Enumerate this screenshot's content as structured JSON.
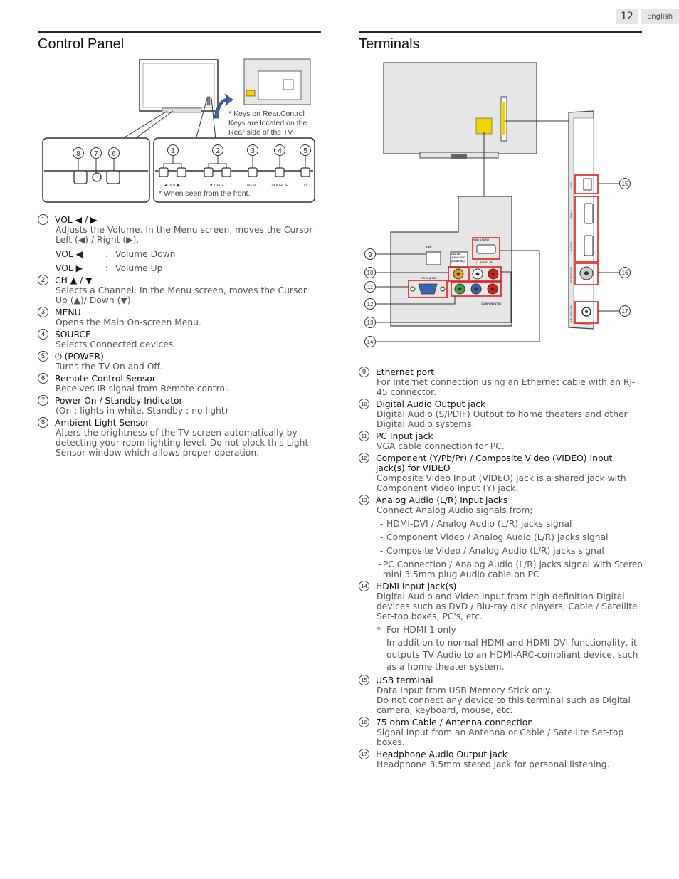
{
  "header": {
    "page_number": "12",
    "language": "English"
  },
  "control_panel": {
    "title": "Control Panel",
    "diagram": {
      "rear_note": "* Keys on Rear.Control Keys are located on the Rear side of the TV",
      "front_note": "* When seen from the front.",
      "callouts_left": [
        "8",
        "7",
        "6"
      ],
      "callouts_right": [
        "1",
        "2",
        "3",
        "4",
        "5"
      ],
      "key_labels": [
        "VOL",
        "CH",
        "MENU",
        "SOURCE"
      ]
    },
    "items": [
      {
        "num": "1",
        "title": "VOL ◀ / ▶",
        "desc": "Adjusts the Volume. In the Menu screen, moves the Cursor Left (◀) / Right (▶).",
        "sub": [
          {
            "key": "VOL ◀",
            "colon": ":",
            "val": "Volume Down"
          },
          {
            "key": "VOL ▶",
            "colon": ":",
            "val": "Volume Up"
          }
        ]
      },
      {
        "num": "2",
        "title": "CH ▲ / ▼",
        "desc": "Selects a Channel. In the Menu screen, moves the Cursor Up (▲)/ Down (▼)."
      },
      {
        "num": "3",
        "title": "MENU",
        "desc": "Opens the Main On-screen Menu."
      },
      {
        "num": "4",
        "title": "SOURCE",
        "desc": "Selects Connected devices."
      },
      {
        "num": "5",
        "title": "⏻ (POWER)",
        "desc": "Turns the TV On and Off."
      },
      {
        "num": "6",
        "title": "Remote Control Sensor",
        "desc": "Receives IR signal from Remote control."
      },
      {
        "num": "7",
        "title": "Power On / Standby Indicator",
        "desc": "(On : lights in white, Standby : no light)"
      },
      {
        "num": "8",
        "title": "Ambient Light Sensor",
        "desc": "Alters the brightness of the TV screen automatically by detecting your room lighting level. Do not block this Light Sensor window which allows proper operation."
      }
    ]
  },
  "terminals": {
    "title": "Terminals",
    "diagram": {
      "callouts_left": [
        "9",
        "10",
        "11",
        "12",
        "13",
        "14"
      ],
      "callouts_right": [
        "15",
        "16",
        "17"
      ],
      "panel_labels": [
        "LAN",
        "DIGITAL AUDIO OUT (COAXIAL)",
        "PC IN (RGB)",
        "HDMI 1 (ARC)",
        "L - AUDIO - R",
        "COMPONENT IN",
        "USB",
        "HDMI 2",
        "HDMI 1",
        "ANTENNA IN",
        "HEADPHONE"
      ]
    },
    "items": [
      {
        "num": "9",
        "title": "Ethernet port",
        "desc": "For Internet connection using an Ethernet cable with an RJ-45 connector."
      },
      {
        "num": "10",
        "title": "Digital Audio Output jack",
        "desc": "Digital Audio (S/PDIF) Output to home theaters and other Digital Audio systems."
      },
      {
        "num": "11",
        "title": "PC Input jack",
        "desc": "VGA cable connection for PC."
      },
      {
        "num": "12",
        "title": "Component (Y/Pb/Pr) / Composite Video (VIDEO) Input jack(s) for VIDEO",
        "desc": "Composite Video Input (VIDEO) jack is a shared jack with Component Video Input (Y) jack."
      },
      {
        "num": "13",
        "title": "Analog Audio (L/R) Input jacks",
        "desc": "Connect Analog Audio signals from;",
        "bullets": [
          "HDMI-DVI / Analog Audio (L/R) jacks signal",
          "Component Video / Analog Audio (L/R) jacks signal",
          "Composite Video / Analog Audio (L/R) jacks signal",
          "PC Connection / Analog Audio (L/R) jacks signal with Stereo mini 3.5mm plug Audio cable on PC"
        ]
      },
      {
        "num": "14",
        "title": "HDMI Input jack(s)",
        "desc": "Digital Audio and Video Input from high definition Digital devices such as DVD / Blu-ray disc players, Cable / Satellite Set-top boxes, PC's, etc.",
        "note_star": "*",
        "note_head": "For HDMI 1 only",
        "note_body": "In addition to normal HDMI and HDMI-DVI functionality, it outputs TV Audio to an HDMI-ARC-compliant device, such as a home theater system."
      },
      {
        "num": "15",
        "title": "USB terminal",
        "desc": "Data Input from USB Memory Stick only.",
        "desc2": "Do not connect any device to this terminal such as Digital camera, keyboard, mouse, etc."
      },
      {
        "num": "16",
        "title": "75 ohm Cable / Antenna connection",
        "desc": "Signal Input from an Antenna or Cable / Satellite Set-top boxes."
      },
      {
        "num": "17",
        "title": "Headphone Audio Output jack",
        "desc": "Headphone 3.5mm stereo jack for personal listening."
      }
    ]
  },
  "colors": {
    "callout_red": "#e0201b",
    "rear_highlight": "#f2d200",
    "arrow_blue": "#3c64b4"
  }
}
